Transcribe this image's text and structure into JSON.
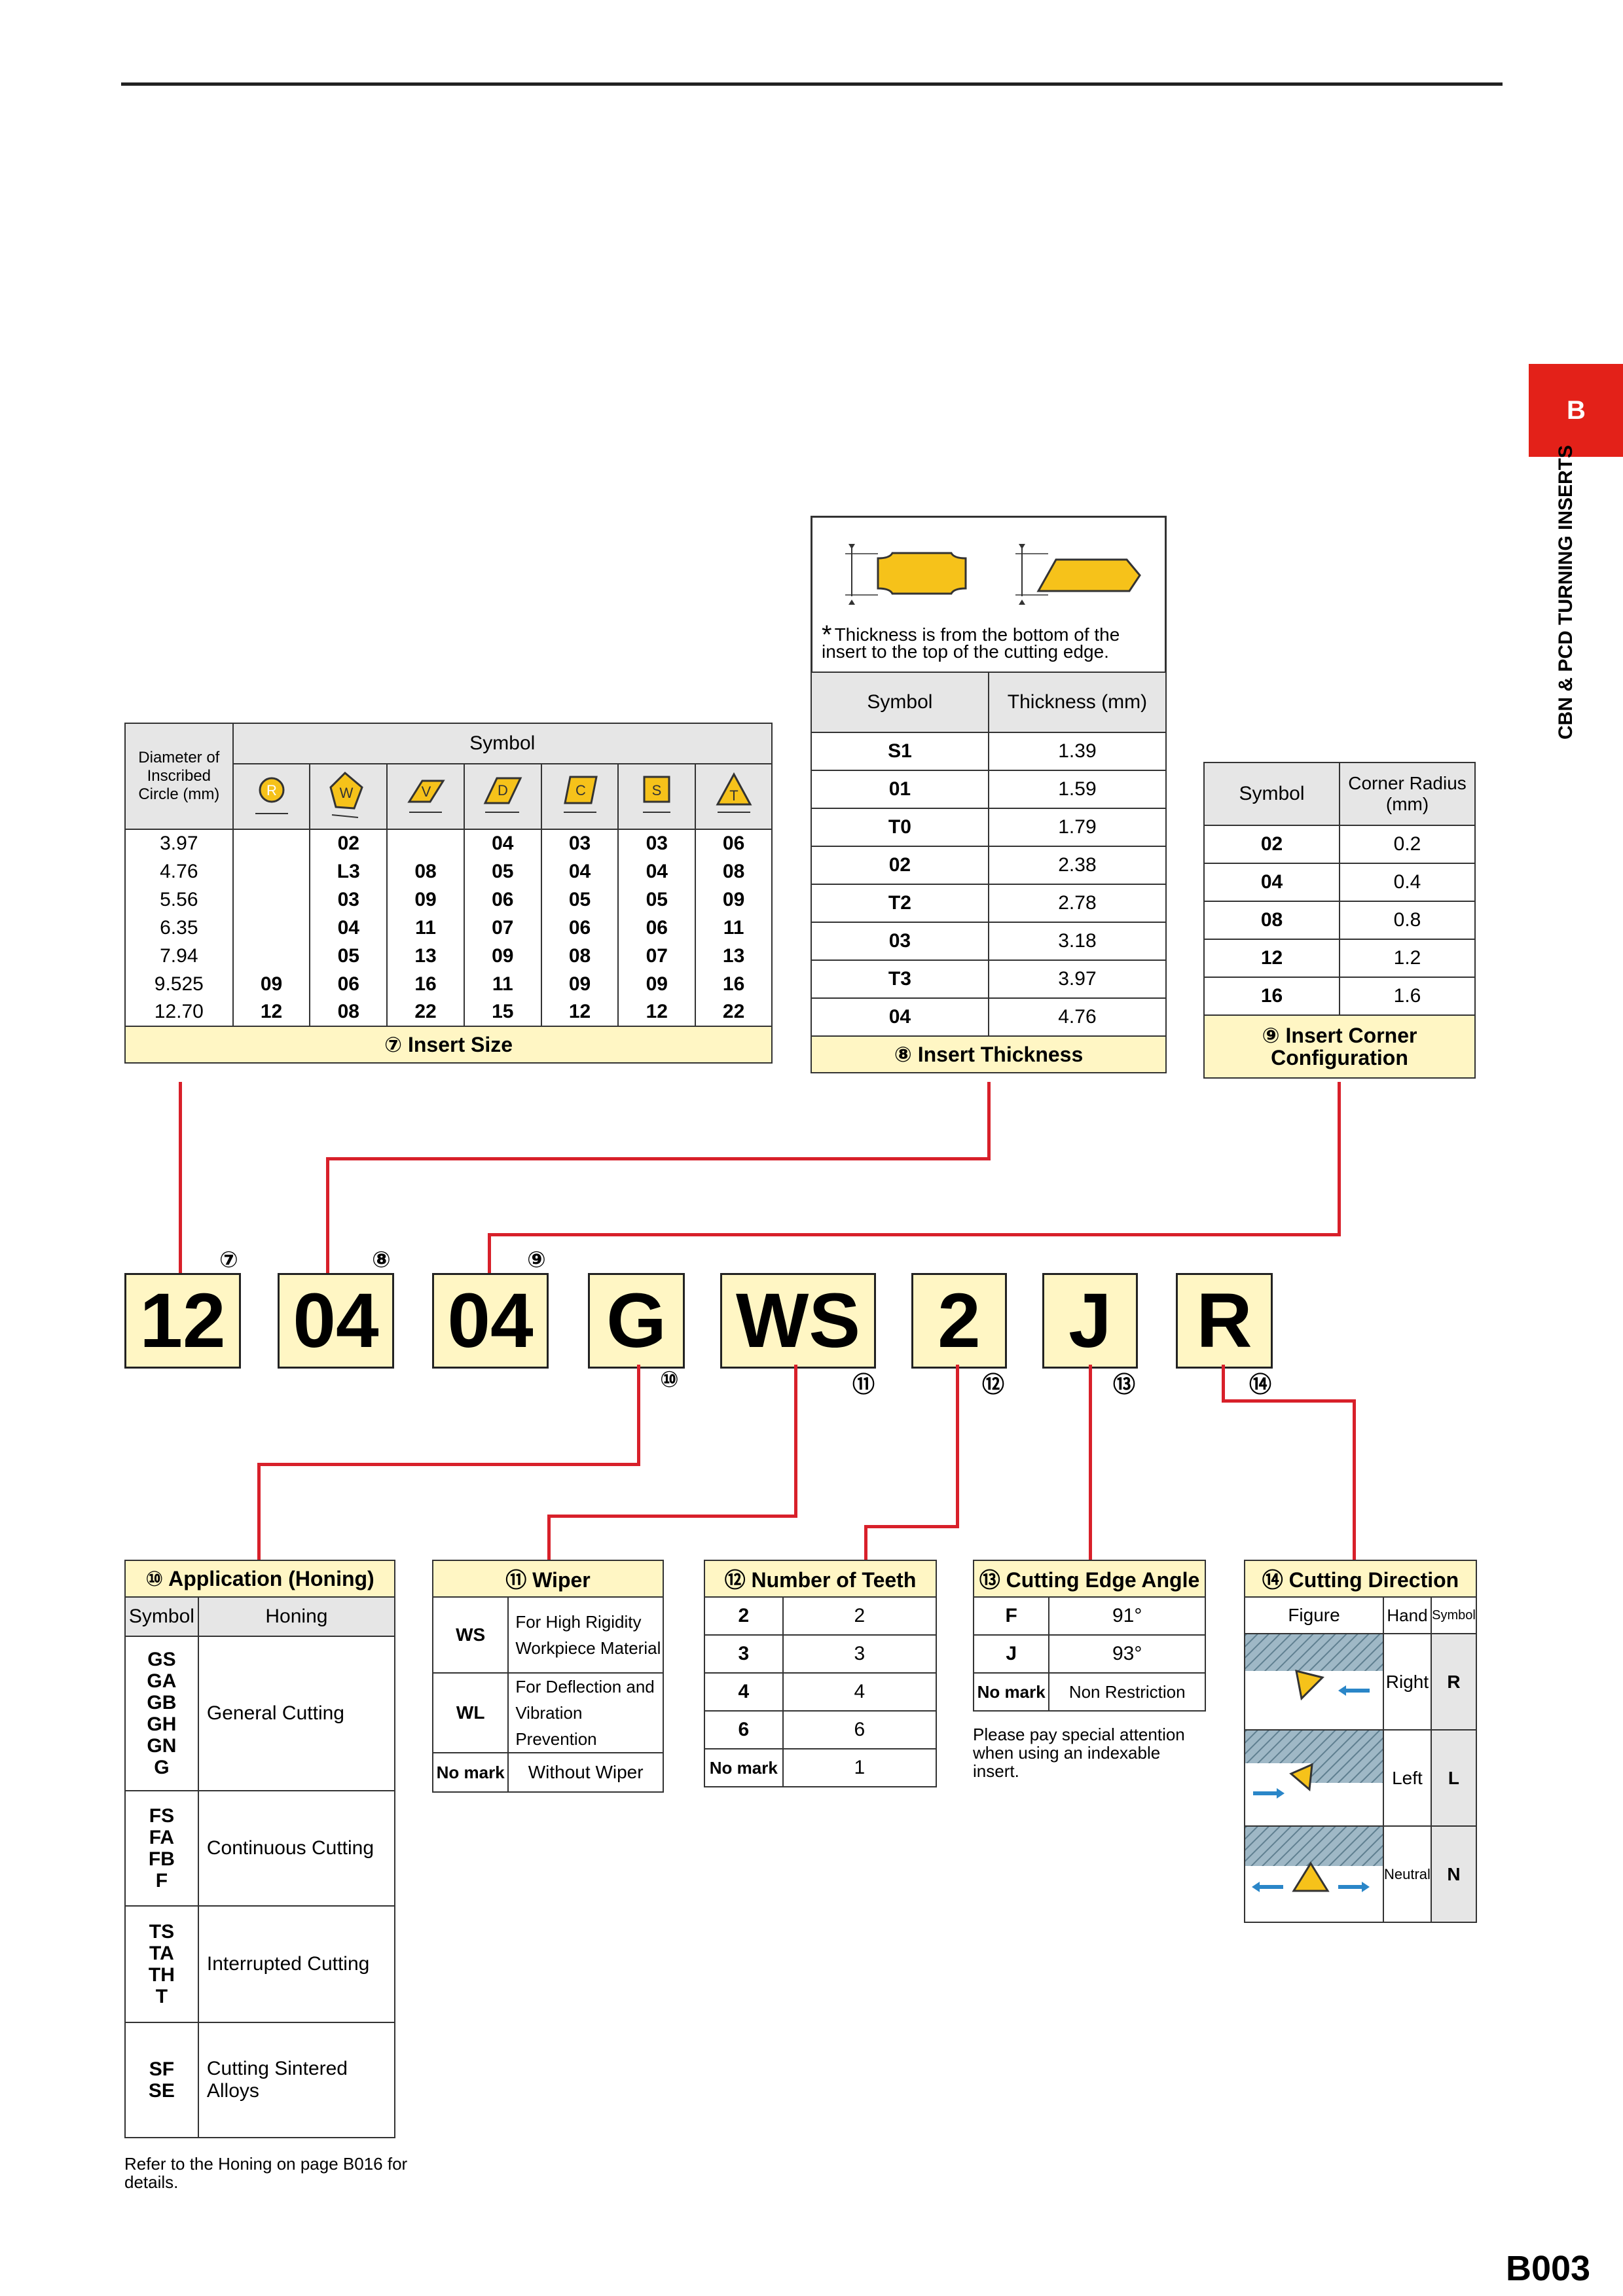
{
  "side_tab": "B",
  "side_title": "CBN & PCD TURNING INSERTS",
  "page_number": "B003",
  "insert_size": {
    "header_diameter": "Diameter of Inscribed Circle (mm)",
    "header_symbol": "Symbol",
    "shapes": [
      "R",
      "W",
      "V",
      "D",
      "C",
      "S",
      "T"
    ],
    "rows": [
      [
        "3.97",
        "",
        "02",
        "",
        "04",
        "03",
        "03",
        "06"
      ],
      [
        "4.76",
        "",
        "L3",
        "08",
        "05",
        "04",
        "04",
        "08"
      ],
      [
        "5.56",
        "",
        "03",
        "09",
        "06",
        "05",
        "05",
        "09"
      ],
      [
        "6.35",
        "",
        "04",
        "11",
        "07",
        "06",
        "06",
        "11"
      ],
      [
        "7.94",
        "",
        "05",
        "13",
        "09",
        "08",
        "07",
        "13"
      ],
      [
        "9.525",
        "09",
        "06",
        "16",
        "11",
        "09",
        "09",
        "16"
      ],
      [
        "12.70",
        "12",
        "08",
        "22",
        "15",
        "12",
        "12",
        "22"
      ]
    ],
    "title": "⑦ Insert Size"
  },
  "insert_thickness": {
    "note_star": "*",
    "note": "Thickness is from the bottom of the insert to the top of the cutting edge.",
    "col_symbol": "Symbol",
    "col_thickness": "Thickness (mm)",
    "rows": [
      [
        "S1",
        "1.39"
      ],
      [
        "01",
        "1.59"
      ],
      [
        "T0",
        "1.79"
      ],
      [
        "02",
        "2.38"
      ],
      [
        "T2",
        "2.78"
      ],
      [
        "03",
        "3.18"
      ],
      [
        "T3",
        "3.97"
      ],
      [
        "04",
        "4.76"
      ]
    ],
    "title": "⑧ Insert Thickness"
  },
  "corner": {
    "col_symbol": "Symbol",
    "col_radius": "Corner Radius (mm)",
    "rows": [
      [
        "02",
        "0.2"
      ],
      [
        "04",
        "0.4"
      ],
      [
        "08",
        "0.8"
      ],
      [
        "12",
        "1.2"
      ],
      [
        "16",
        "1.6"
      ]
    ],
    "title_line1": "⑨ Insert Corner",
    "title_line2": "Configuration"
  },
  "code": {
    "parts": [
      "12",
      "04",
      "04",
      "G",
      "WS",
      "2",
      "J",
      "R"
    ],
    "markers_top": [
      "⑦",
      "⑧",
      "⑨"
    ],
    "markers_bottom": [
      "⑩",
      "⑪",
      "⑫",
      "⑬",
      "⑭"
    ]
  },
  "honing": {
    "title": "⑩ Application (Honing)",
    "col_symbol": "Symbol",
    "col_honing": "Honing",
    "rows": [
      {
        "symbols": "GS\nGA\nGB\nGH\nGN\nG",
        "honing": "General Cutting"
      },
      {
        "symbols": "FS\nFA\nFB\nF",
        "honing": "Continuous Cutting"
      },
      {
        "symbols": "TS\nTA\nTH\nT",
        "honing": "Interrupted Cutting"
      },
      {
        "symbols": "SF\nSE",
        "honing": "Cutting Sintered Alloys"
      }
    ],
    "note": "Refer to the Honing on page B016 for details."
  },
  "wiper": {
    "title": "⑪ Wiper",
    "rows": [
      {
        "symbol": "WS",
        "desc": "For High Rigidity Workpiece Material"
      },
      {
        "symbol": "WL",
        "desc": "For Deflection and Vibration Prevention"
      },
      {
        "symbol": "No mark",
        "desc": "Without Wiper"
      }
    ]
  },
  "teeth": {
    "title": "⑫ Number of Teeth",
    "rows": [
      [
        "2",
        "2"
      ],
      [
        "3",
        "3"
      ],
      [
        "4",
        "4"
      ],
      [
        "6",
        "6"
      ],
      [
        "No mark",
        "1"
      ]
    ]
  },
  "edge_angle": {
    "title": "⑬ Cutting Edge Angle",
    "rows": [
      [
        "F",
        "91°"
      ],
      [
        "J",
        "93°"
      ],
      [
        "No mark",
        "Non Restriction"
      ]
    ],
    "note": "Please pay special attention when using an indexable insert."
  },
  "direction": {
    "title": "⑭ Cutting Direction",
    "col_figure": "Figure",
    "col_hand": "Hand",
    "col_symbol": "Symbol",
    "rows": [
      [
        "Right",
        "R"
      ],
      [
        "Left",
        "L"
      ],
      [
        "Neutral",
        "N"
      ]
    ]
  },
  "colors": {
    "accent": "#e32119",
    "wire": "#d8202a",
    "yellow": "#fff6c4",
    "insert": "#f6c21a",
    "blue": "#2a86c8"
  }
}
